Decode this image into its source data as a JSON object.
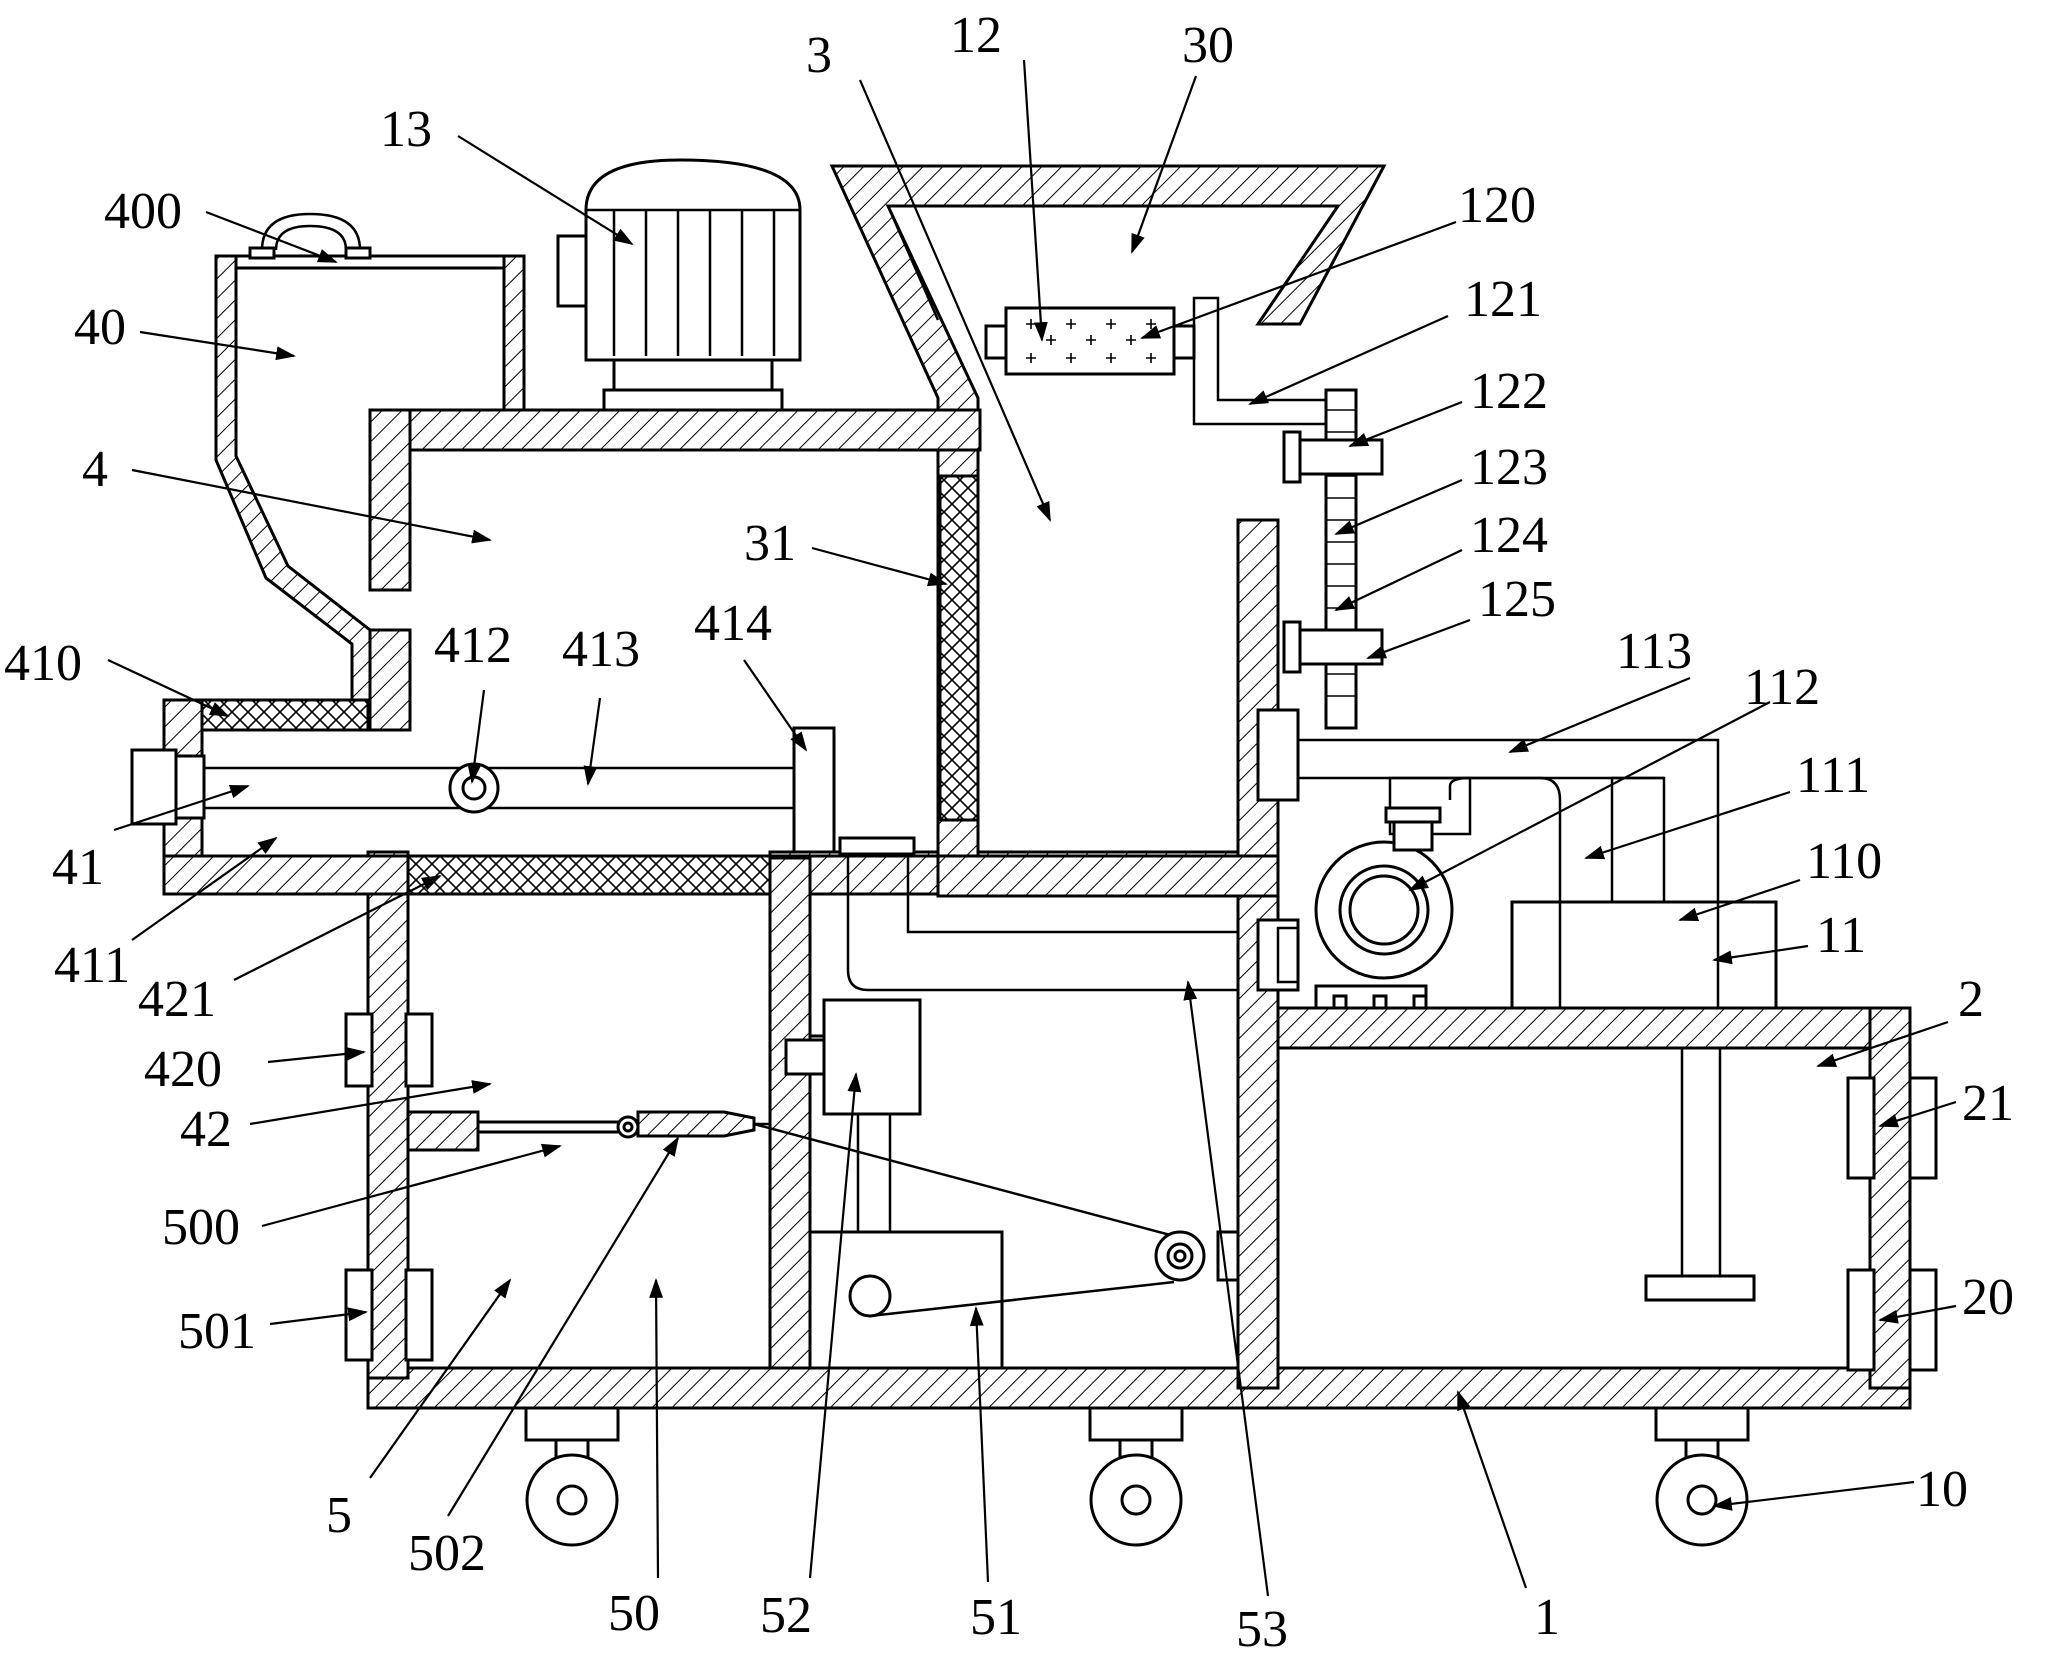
{
  "labels": [
    {
      "id": "l1",
      "text": "1"
    },
    {
      "id": "l10",
      "text": "10"
    },
    {
      "id": "l11",
      "text": "11"
    },
    {
      "id": "l110",
      "text": "110"
    },
    {
      "id": "l111",
      "text": "111"
    },
    {
      "id": "l112",
      "text": "112"
    },
    {
      "id": "l113",
      "text": "113"
    },
    {
      "id": "l12",
      "text": "12"
    },
    {
      "id": "l120",
      "text": "120"
    },
    {
      "id": "l121",
      "text": "121"
    },
    {
      "id": "l122",
      "text": "122"
    },
    {
      "id": "l123",
      "text": "123"
    },
    {
      "id": "l124",
      "text": "124"
    },
    {
      "id": "l125",
      "text": "125"
    },
    {
      "id": "l13",
      "text": "13"
    },
    {
      "id": "l2",
      "text": "2"
    },
    {
      "id": "l20",
      "text": "20"
    },
    {
      "id": "l21",
      "text": "21"
    },
    {
      "id": "l3",
      "text": "3"
    },
    {
      "id": "l30",
      "text": "30"
    },
    {
      "id": "l31",
      "text": "31"
    },
    {
      "id": "l4",
      "text": "4"
    },
    {
      "id": "l40",
      "text": "40"
    },
    {
      "id": "l400",
      "text": "400"
    },
    {
      "id": "l41",
      "text": "41"
    },
    {
      "id": "l410",
      "text": "410"
    },
    {
      "id": "l411",
      "text": "411"
    },
    {
      "id": "l412",
      "text": "412"
    },
    {
      "id": "l413",
      "text": "413"
    },
    {
      "id": "l414",
      "text": "414"
    },
    {
      "id": "l42",
      "text": "42"
    },
    {
      "id": "l420",
      "text": "420"
    },
    {
      "id": "l421",
      "text": "421"
    },
    {
      "id": "l5",
      "text": "5"
    },
    {
      "id": "l50",
      "text": "50"
    },
    {
      "id": "l500",
      "text": "500"
    },
    {
      "id": "l501",
      "text": "501"
    },
    {
      "id": "l502",
      "text": "502"
    },
    {
      "id": "l51",
      "text": "51"
    },
    {
      "id": "l52",
      "text": "52"
    },
    {
      "id": "l53",
      "text": "53"
    }
  ]
}
